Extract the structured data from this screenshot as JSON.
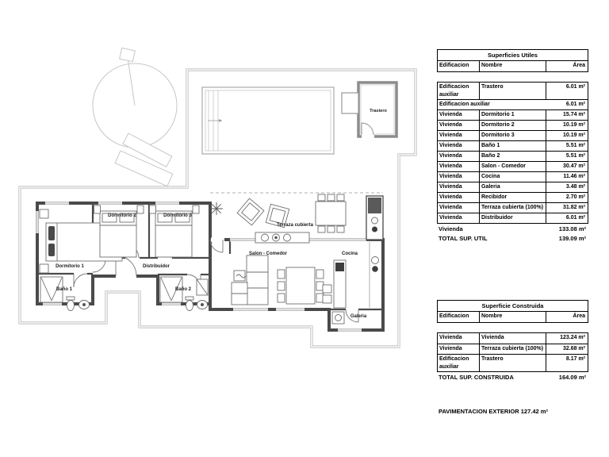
{
  "plan": {
    "room_labels": {
      "trastero": "Trastero",
      "dormitorio1": "Dormitorio 1",
      "dormitorio2": "Dormitorio 2",
      "dormitorio3": "Dormitorio 3",
      "distribuidor": "Distribuidor",
      "bano1": "Baño 1",
      "bano2": "Baño 2",
      "terraza": "Terraza cubierta",
      "salon": "Salon - Comedor",
      "cocina": "Cocina",
      "galeria": "Galeria"
    }
  },
  "superficies_utiles": {
    "title": "Superficies Utiles",
    "columns": {
      "edificacion": "Edificacion",
      "nombre": "Nombre",
      "area": "Área"
    },
    "rows": [
      {
        "edificacion": "Edificacion auxiliar",
        "nombre": "Trastero",
        "area": "6.01 m²"
      },
      {
        "edificacion": "Vivienda",
        "nombre": "Dormitorio 1",
        "area": "15.74 m²"
      },
      {
        "edificacion": "Vivienda",
        "nombre": "Dormitorio 2",
        "area": "10.19 m²"
      },
      {
        "edificacion": "Vivienda",
        "nombre": "Dormitorio 3",
        "area": "10.19 m²"
      },
      {
        "edificacion": "Vivienda",
        "nombre": "Baño 1",
        "area": "5.51 m²"
      },
      {
        "edificacion": "Vivienda",
        "nombre": "Baño 2",
        "area": "5.51 m²"
      },
      {
        "edificacion": "Vivienda",
        "nombre": "Salon - Comedor",
        "area": "30.47 m²"
      },
      {
        "edificacion": "Vivienda",
        "nombre": "Cocina",
        "area": "11.46 m²"
      },
      {
        "edificacion": "Vivienda",
        "nombre": "Galeria",
        "area": "3.48 m²"
      },
      {
        "edificacion": "Vivienda",
        "nombre": "Recibidor",
        "area": "2.70 m²"
      },
      {
        "edificacion": "Vivienda",
        "nombre": "Terraza cubierta (100%)",
        "area": "31.82 m²"
      },
      {
        "edificacion": "Vivienda",
        "nombre": "Distribuidor",
        "area": "6.01 m²"
      }
    ],
    "subtotal_aux": {
      "label": "Edificacion auxiliar",
      "area": "6.01 m²"
    },
    "subtotal_vivienda": {
      "label": "Vivienda",
      "area": "133.08 m²"
    },
    "total": {
      "label": "TOTAL SUP. UTIL",
      "area": "139.09 m²"
    }
  },
  "superficie_construida": {
    "title": "Superficie Construida",
    "columns": {
      "edificacion": "Edificacion",
      "nombre": "Nombre",
      "area": "Área"
    },
    "rows": [
      {
        "edificacion": "Vivienda",
        "nombre": "Vivienda",
        "area": "123.24 m²"
      },
      {
        "edificacion": "Vivienda",
        "nombre": "Terraza cubierta (100%)",
        "area": "32.68 m²"
      },
      {
        "edificacion": "Edificacion auxiliar",
        "nombre": "Trastero",
        "area": "8.17 m²"
      }
    ],
    "total": {
      "label": "TOTAL SUP. CONSTRUIDA",
      "area": "164.09 m²"
    }
  },
  "exterior_note": "PAVIMENTACION EXTERIOR 127.42 m²"
}
